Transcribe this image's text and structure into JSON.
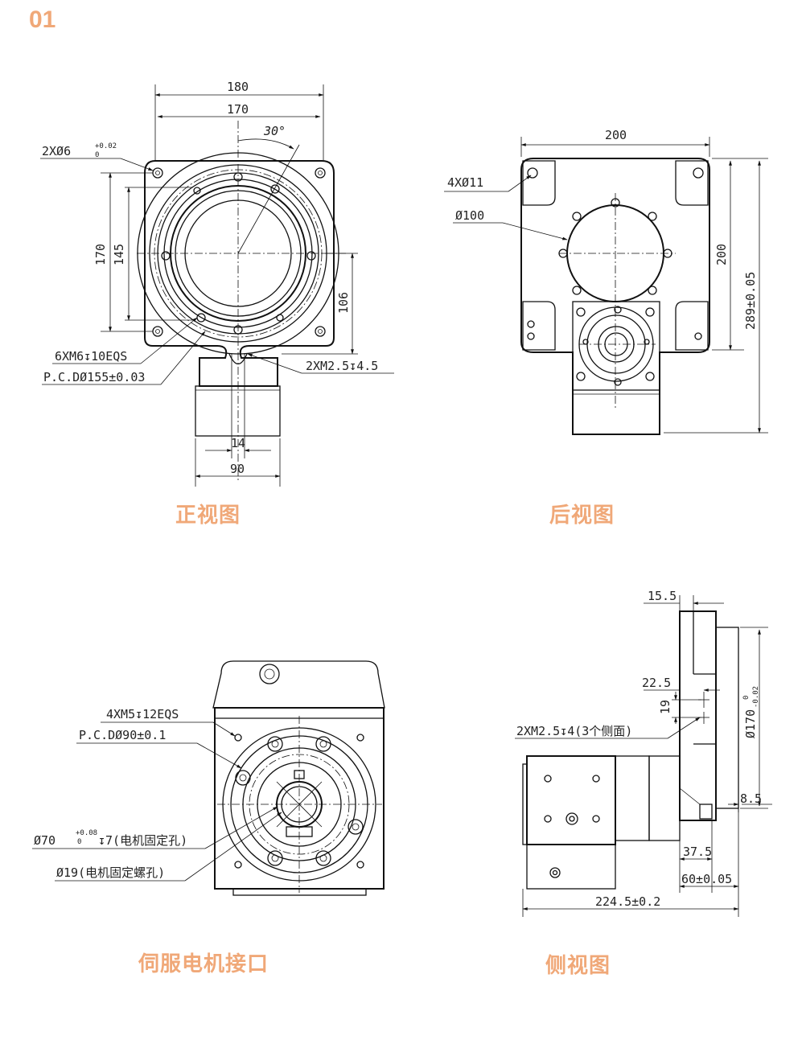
{
  "page_number": "01",
  "views": {
    "front": {
      "caption": "正视图",
      "dims": {
        "w180": "180",
        "w170": "170",
        "angle": "30°",
        "hole2": "2XØ6",
        "hole2_tol_up": "+0.02",
        "hole2_tol_dn": "0",
        "h170": "170",
        "h145": "145",
        "h106": "106",
        "m6": "6XM6↧10EQS",
        "pcd": "P.C.DØ155±0.03",
        "m25": "2XM2.5↧4.5",
        "w14": "14",
        "w90": "90"
      }
    },
    "back": {
      "caption": "后视图",
      "dims": {
        "w200": "200",
        "h200": "200",
        "h289": "289±0.05",
        "hole11": "4XØ11",
        "d100": "Ø100"
      }
    },
    "servo": {
      "caption": "伺服电机接口",
      "dims": {
        "m5": "4XM5↧12EQS",
        "pcd90": "P.C.DØ90±0.1",
        "d70": "Ø70",
        "d70_tol_up": "+0.08",
        "d70_tol_dn": "0",
        "d70_depth": "↧7(电机固定孔)",
        "d19": "Ø19(电机固定螺孔)"
      }
    },
    "side": {
      "caption": "侧视图",
      "dims": {
        "w155": "15.5",
        "w225": "22.5",
        "h19": "19",
        "m25s": "2XM2.5↧4(3个侧面)",
        "d170": "Ø170",
        "d170_tol_up": "0",
        "d170_tol_dn": "-0.02",
        "w85": "8.5",
        "w375": "37.5",
        "w60": "60±0.05",
        "w2245": "224.5±0.2"
      }
    }
  }
}
